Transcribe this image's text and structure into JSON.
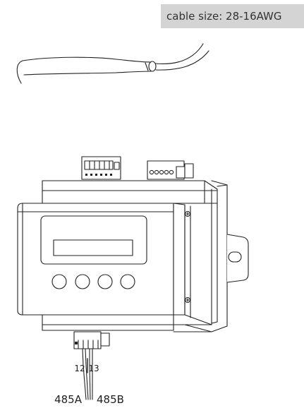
{
  "cable_note": "cable size: 28-16AWG",
  "labels": {
    "pin_left": "12",
    "pin_right": "13",
    "wire_left": "485A",
    "wire_right": "485B"
  },
  "colors": {
    "line": "#222222",
    "tag_background": "#d4d4d4",
    "tag_text": "#333333"
  }
}
